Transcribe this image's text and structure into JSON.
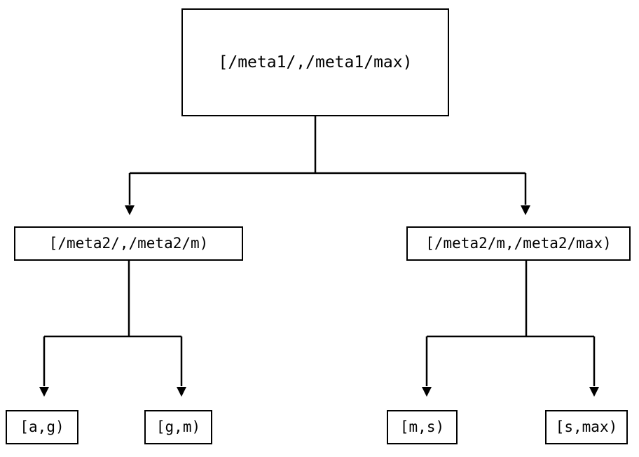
{
  "diagram": {
    "type": "tree",
    "orientation": "top-down",
    "background_color": "#ffffff",
    "line_color": "#000000",
    "text_color": "#000000",
    "nodes": {
      "root": {
        "label": "[/meta1/,/meta1/max)"
      },
      "mid_left": {
        "label": "[/meta2/,/meta2/m)"
      },
      "mid_right": {
        "label": "[/meta2/m,/meta2/max)"
      },
      "leaf_ag": {
        "label": "[a,g)"
      },
      "leaf_gm": {
        "label": "[g,m)"
      },
      "leaf_ms": {
        "label": "[m,s)"
      },
      "leaf_smax": {
        "label": "[s,max)"
      }
    },
    "edges": [
      {
        "from": "root",
        "to": "mid_left",
        "arrow": "triangle-down"
      },
      {
        "from": "root",
        "to": "mid_right",
        "arrow": "triangle-down"
      },
      {
        "from": "mid_left",
        "to": "leaf_ag",
        "arrow": "triangle-down"
      },
      {
        "from": "mid_left",
        "to": "leaf_gm",
        "arrow": "triangle-down"
      },
      {
        "from": "mid_right",
        "to": "leaf_ms",
        "arrow": "triangle-down"
      },
      {
        "from": "mid_right",
        "to": "leaf_smax",
        "arrow": "triangle-down"
      }
    ]
  }
}
